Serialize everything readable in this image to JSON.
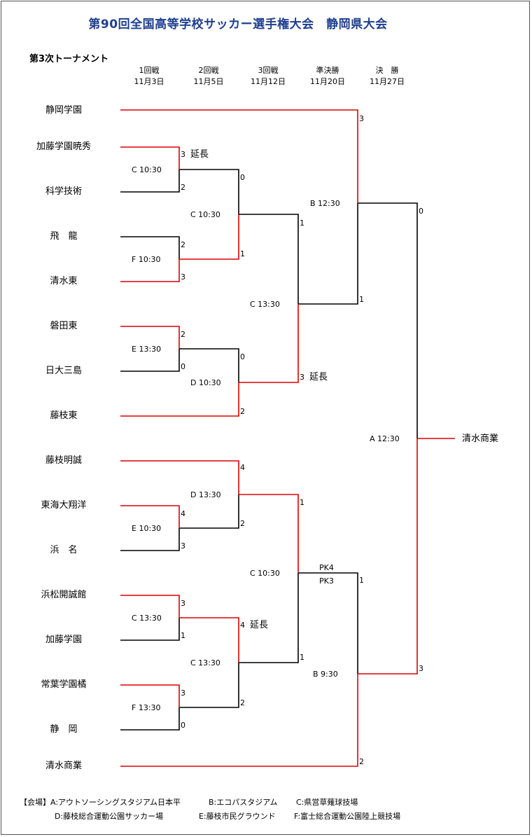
{
  "title": "第90回全国高等学校サッカー選手権大会　静岡県大会",
  "subtitle": "第3次トーナメント",
  "rounds": [
    {
      "name": "1回戦",
      "date": "11月3日"
    },
    {
      "name": "2回戦",
      "date": "11月5日"
    },
    {
      "name": "3回戦",
      "date": "11月12日"
    },
    {
      "name": "準決勝",
      "date": "11月20日"
    },
    {
      "name": "決　勝",
      "date": "11月27日"
    }
  ],
  "teams": [
    "静岡学園",
    "加藤学園暁秀",
    "科学技術",
    "飛　龍",
    "清水東",
    "磐田東",
    "日大三島",
    "藤枝東",
    "藤枝明誠",
    "東海大翔洋",
    "浜　名",
    "浜松開誠館",
    "加藤学園",
    "常葉学園橘",
    "静　岡",
    "清水商業"
  ],
  "champion": "清水商業",
  "matches": [
    {
      "venue": "C 10:30",
      "scores": [
        "3",
        "2"
      ],
      "note": "延長"
    },
    {
      "venue": "F 10:30",
      "scores": [
        "2",
        "3"
      ]
    },
    {
      "venue": "E 13:30",
      "scores": [
        "2",
        "0"
      ]
    },
    {
      "venue": "E 10:30",
      "scores": [
        "4",
        "3"
      ]
    },
    {
      "venue": "C 13:30",
      "scores": [
        "3",
        "1"
      ]
    },
    {
      "venue": "F 13:30",
      "scores": [
        "3",
        "0"
      ]
    },
    {
      "venue": "C 10:30",
      "scores": [
        "0",
        "1"
      ]
    },
    {
      "venue": "D 10:30",
      "scores": [
        "0",
        "2"
      ]
    },
    {
      "venue": "D 13:30",
      "scores": [
        "4",
        "2"
      ]
    },
    {
      "venue": "C 13:30",
      "scores": [
        "4",
        "2"
      ],
      "note": "延長"
    },
    {
      "venue": "C 13:30",
      "scores": [
        "1",
        "3"
      ],
      "note": "延長"
    },
    {
      "venue": "C 10:30",
      "scores": [
        "1",
        "1"
      ],
      "pk": [
        "PK4",
        "PK3"
      ]
    },
    {
      "venue": "B 12:30",
      "scores": [
        "3",
        "1"
      ]
    },
    {
      "venue": "B 9:30",
      "scores": [
        "1",
        "2"
      ]
    },
    {
      "venue": "A 12:30",
      "scores": [
        "0",
        "3"
      ]
    }
  ],
  "footer": {
    "line1": [
      "【会場】A:アウトソーシングスタジアム日本平",
      "B:エコパスタジアム",
      "C:県営草薙球技場"
    ],
    "line2": [
      "D:藤枝総合運動公園サッカー場",
      "E:藤枝市民グラウンド",
      "F:富士総合運動公園陸上競技場"
    ]
  },
  "colors": {
    "winner_line": "#dd0000",
    "loser_line": "#000000",
    "title": "#1f3f8f"
  }
}
